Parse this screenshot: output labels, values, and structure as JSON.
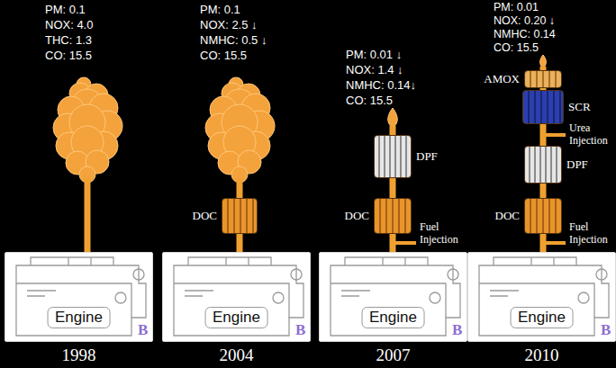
{
  "diagram": {
    "nodes": [
      {
        "text": [
          "Engine"
        ]
      },
      {
        "text": [
          "DOC"
        ]
      },
      {
        "text": [
          "Engine"
        ]
      },
      {
        "text": [
          "DPF"
        ]
      },
      {
        "text": [
          "DOC"
        ]
      },
      {
        "text": [
          "Engine"
        ]
      },
      {
        "text": [
          "AMOX"
        ]
      },
      {
        "text": [
          "SCR"
        ]
      },
      {
        "text": [
          "DPF"
        ]
      },
      {
        "text": [
          "DOC"
        ]
      },
      {
        "text": [
          "Engine"
        ]
      }
    ],
    "edges": [
      {
        "from": 2,
        "to": 1,
        "arrow": "none"
      },
      {
        "from": 5,
        "to": 4,
        "arrow": "none"
      },
      {
        "from": 4,
        "to": 3,
        "arrow": "none"
      },
      {
        "from": 10,
        "to": 9,
        "arrow": "none"
      },
      {
        "from": 9,
        "to": 8,
        "arrow": "none"
      },
      {
        "from": 8,
        "to": 7,
        "arrow": "none"
      },
      {
        "from": 7,
        "to": 6,
        "arrow": "none"
      }
    ],
    "labels": [
      "PM: 0.1",
      "NOX: 4.0",
      "THC: 1.3",
      "CO: 15.5",
      "PM: 0.1",
      "NOX: 2.5 ↓",
      "NMHC: 0.5 ↓",
      "CO: 15.5",
      "PM: 0.01 ↓",
      "NOX: 1.4 ↓",
      "NMHC: 0.14↓",
      "CO: 15.5",
      "PM: 0.01",
      "NOX: 0.20 ↓",
      "NMHC: 0.14",
      "CO: 15.5",
      "Fuel Injection",
      "Urea Injection",
      "Fuel Injection",
      "B",
      "B",
      "B",
      "B",
      "1998",
      "2004",
      "2007",
      "2010"
    ]
  }
}
